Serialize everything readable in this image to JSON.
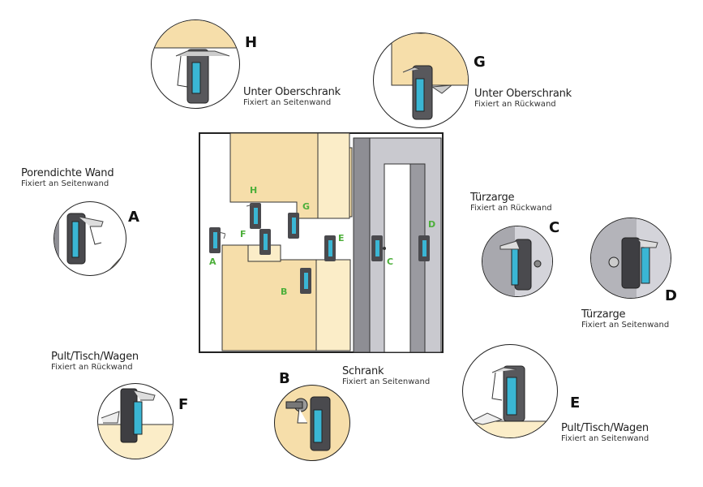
{
  "diagram": {
    "kind": "mounting-options",
    "accent_colors": {
      "wood": "#f6deaa",
      "wood_light": "#fbedc8",
      "steel_light": "#c9c9cf",
      "steel_dark": "#8e8e94",
      "dispenser_body": "#4a4a4e",
      "fluid": "#3ab6d4",
      "label_green": "#4caf3a"
    },
    "scene_labels": [
      "H",
      "G",
      "F",
      "A",
      "E",
      "B",
      "C",
      "D"
    ],
    "callouts": [
      {
        "id": "H",
        "title": "Unter Oberschrank",
        "subtitle": "Fixiert an Seitenwand"
      },
      {
        "id": "G",
        "title": "Unter Oberschrank",
        "subtitle": "Fixiert an Rückwand"
      },
      {
        "id": "A",
        "title": "Porendichte Wand",
        "subtitle": "Fixiert an Seitenwand"
      },
      {
        "id": "C",
        "title": "Türzarge",
        "subtitle": "Fixiert an Rückwand"
      },
      {
        "id": "D",
        "title": "Türzarge",
        "subtitle": "Fixiert an Seitenwand"
      },
      {
        "id": "F",
        "title": "Pult/Tisch/Wagen",
        "subtitle": "Fixiert an Rückwand"
      },
      {
        "id": "B",
        "title": "Schrank",
        "subtitle": "Fixiert an Seitenwand"
      },
      {
        "id": "E",
        "title": "Pult/Tisch/Wagen",
        "subtitle": "Fixiert an Seitenwand"
      }
    ]
  }
}
